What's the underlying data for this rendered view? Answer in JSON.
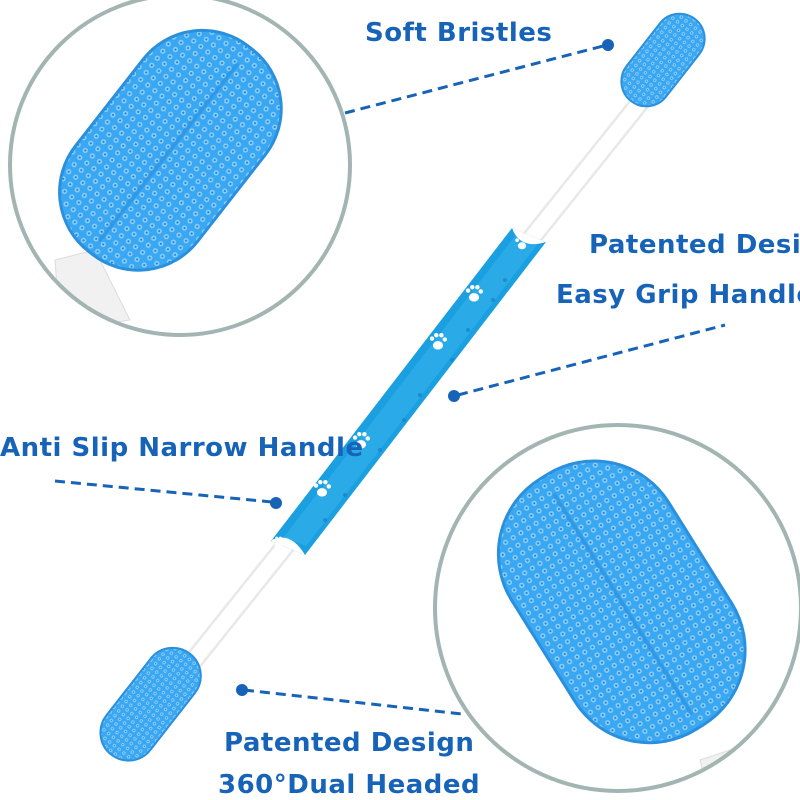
{
  "colors": {
    "text": "#1763b8",
    "accent": "#1a9fe0",
    "bristle": "#3aa7f2",
    "bristle_dark": "#1f86d8",
    "handle": "#ffffff",
    "circle_border": "#a3b5b3",
    "dash": "#1763b8"
  },
  "labels": {
    "soft_bristles": "Soft Bristles",
    "patented_design_top": "Patented Design",
    "easy_grip_handle": "Easy Grip Handle",
    "anti_slip_handle": "Anti Slip Narrow Handle",
    "patented_design_bottom": "Patented Design",
    "dual_headed": "360°Dual Headed"
  },
  "icons": {
    "paw_print": "paw-print-icon"
  }
}
